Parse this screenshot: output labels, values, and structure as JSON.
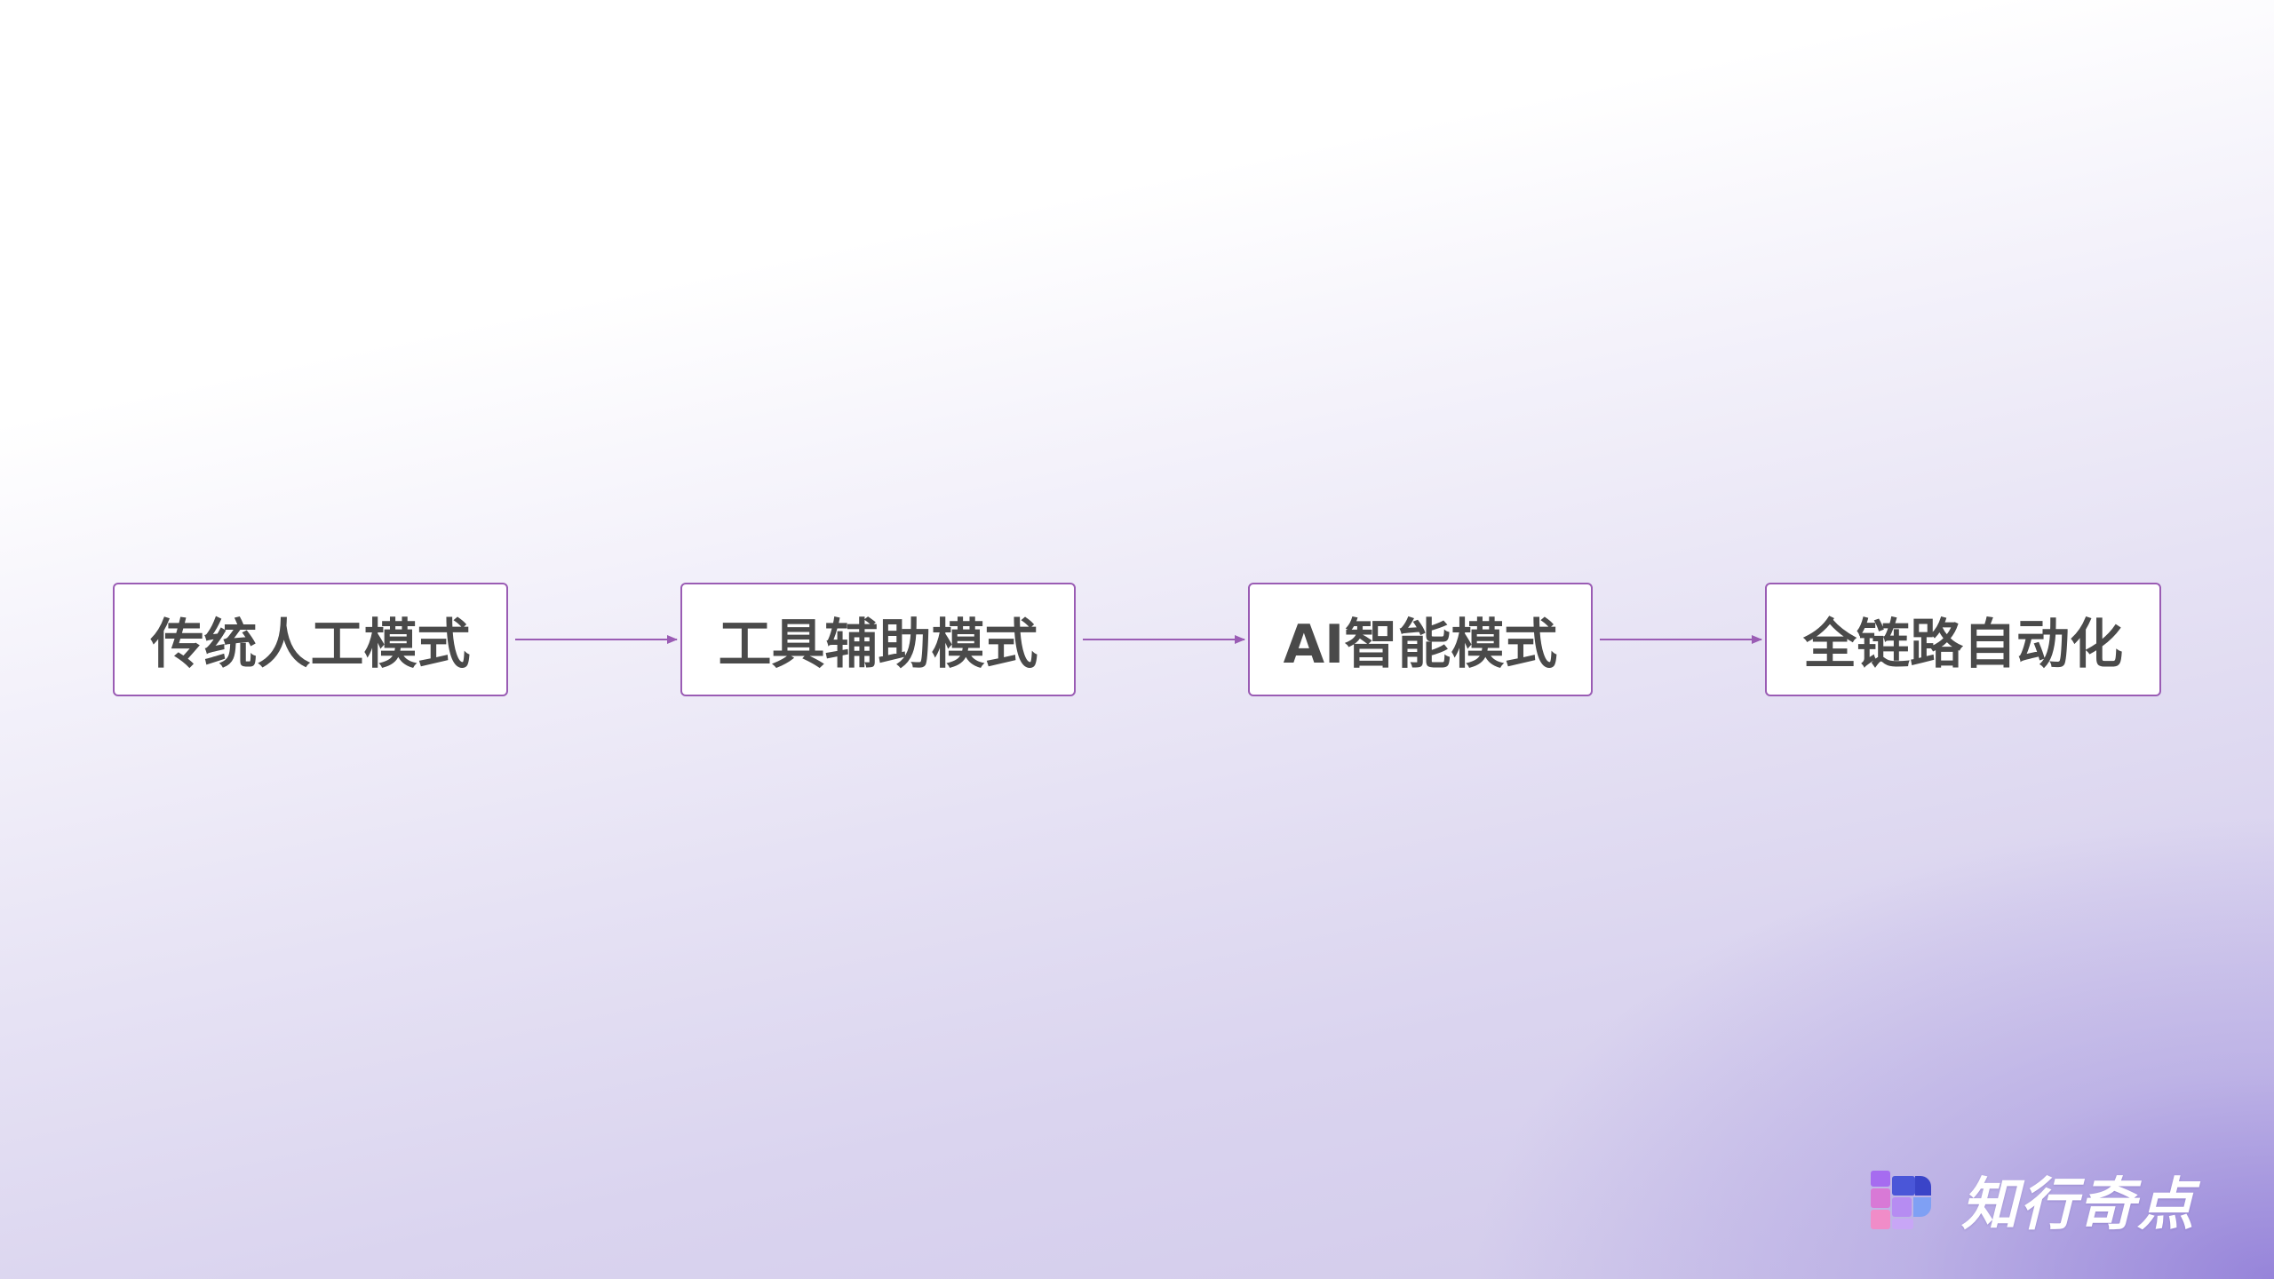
{
  "diagram": {
    "type": "linear-flow",
    "nodes": [
      {
        "id": "n1",
        "label": "传统人工模式"
      },
      {
        "id": "n2",
        "label": "工具辅助模式"
      },
      {
        "id": "n3",
        "label": "AI智能模式"
      },
      {
        "id": "n4",
        "label": "全链路自动化"
      }
    ],
    "edges": [
      {
        "from": "n1",
        "to": "n2"
      },
      {
        "from": "n2",
        "to": "n3"
      },
      {
        "from": "n3",
        "to": "n4"
      }
    ]
  },
  "brand": {
    "name": "知行奇点",
    "logo_icon": "brand-logo-icon"
  },
  "colors": {
    "node_border": "#9a5cb4",
    "node_text": "#4a4a4a",
    "arrow": "#9a5cb4",
    "node_fill": "#ffffff",
    "background_accent": "#8c78d7"
  }
}
